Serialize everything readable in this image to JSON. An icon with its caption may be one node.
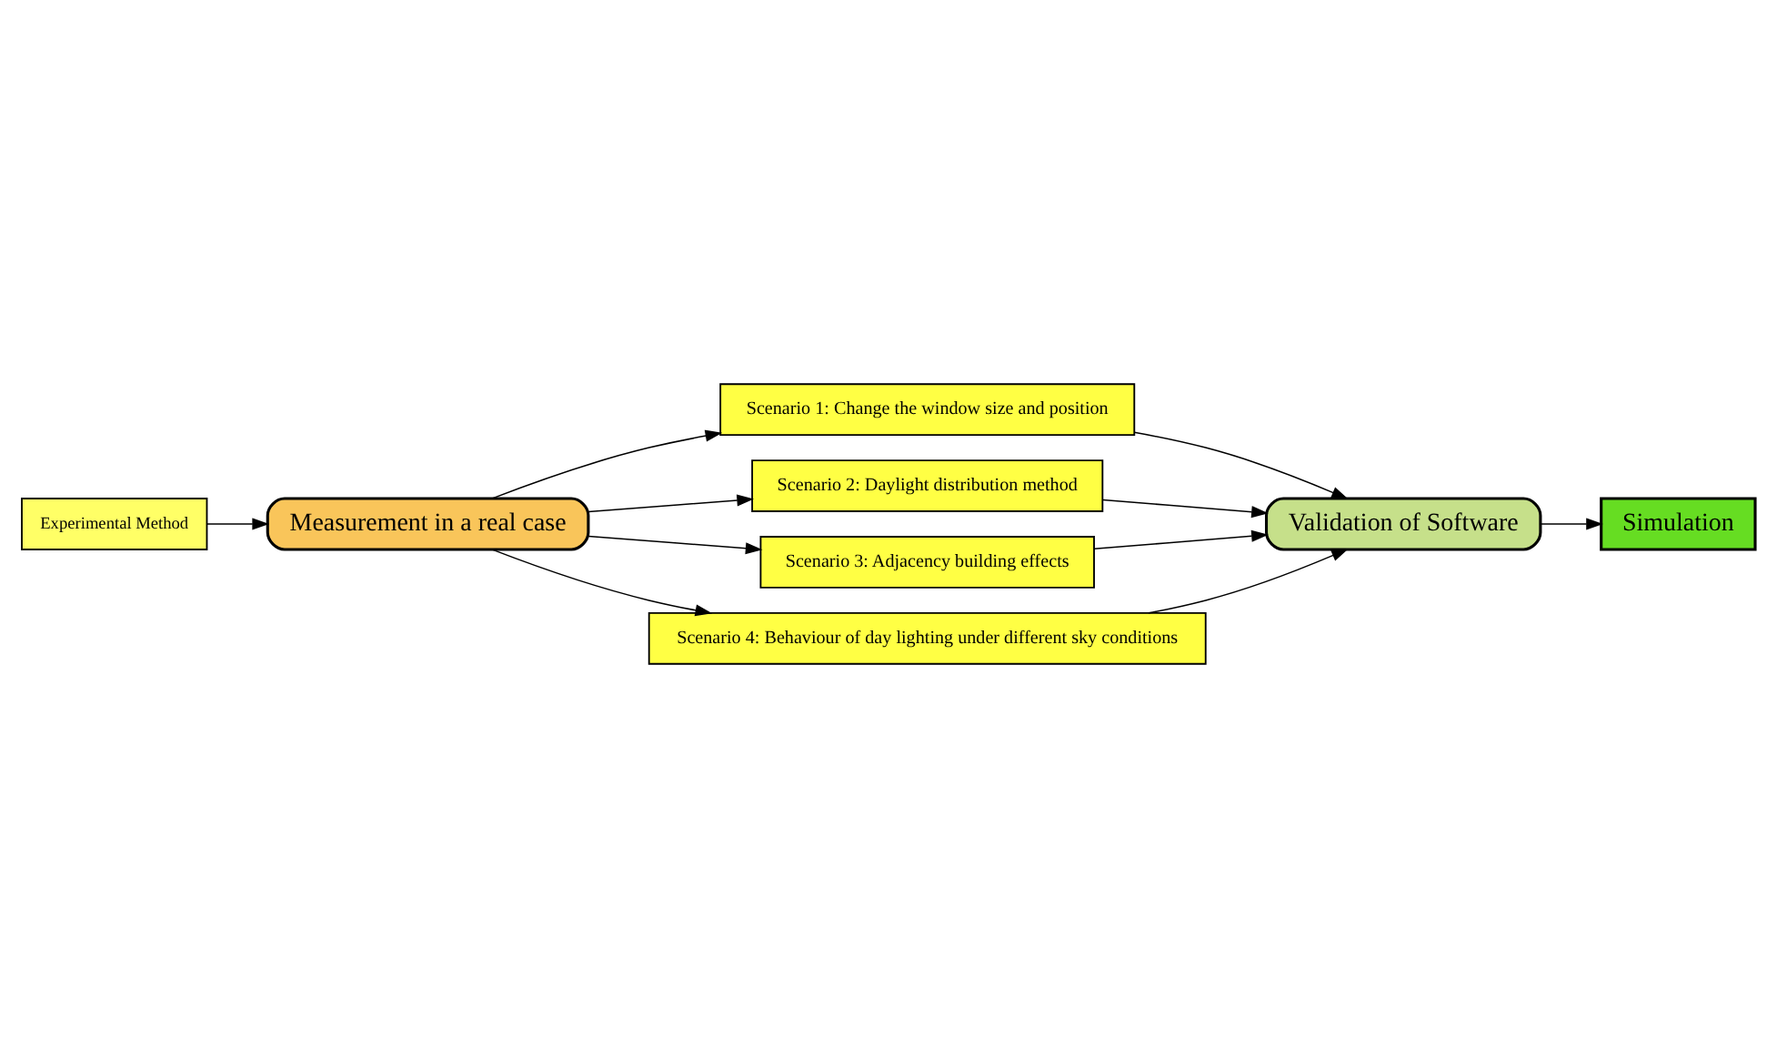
{
  "diagram": {
    "nodes": [
      {
        "text": [
          "Experimental Method"
        ]
      },
      {
        "text": [
          "Measurement in a real case"
        ]
      },
      {
        "text": [
          "Scenario 1: Change the window size and position"
        ]
      },
      {
        "text": [
          "Scenario 2: Daylight distribution method"
        ]
      },
      {
        "text": [
          "Scenario 3: Adjacency building effects"
        ]
      },
      {
        "text": [
          "Scenario 4: Behaviour of day lighting under different sky conditions"
        ]
      },
      {
        "text": [
          "Simulation"
        ]
      },
      {
        "text": [
          "Validation of Software"
        ]
      }
    ],
    "edges": [
      {
        "from": 0,
        "to": 1,
        "arrow": "to"
      },
      {
        "from": 1,
        "to": 2,
        "arrow": "to"
      },
      {
        "from": 1,
        "to": 3,
        "arrow": "to"
      },
      {
        "from": 1,
        "to": 4,
        "arrow": "to"
      },
      {
        "from": 1,
        "to": 5,
        "arrow": "to"
      },
      {
        "from": 2,
        "to": 7,
        "arrow": "to"
      },
      {
        "from": 3,
        "to": 7,
        "arrow": "to"
      },
      {
        "from": 4,
        "to": 7,
        "arrow": "to"
      },
      {
        "from": 5,
        "to": 7,
        "arrow": "to"
      },
      {
        "from": 7,
        "to": 6,
        "arrow": "to"
      }
    ]
  }
}
